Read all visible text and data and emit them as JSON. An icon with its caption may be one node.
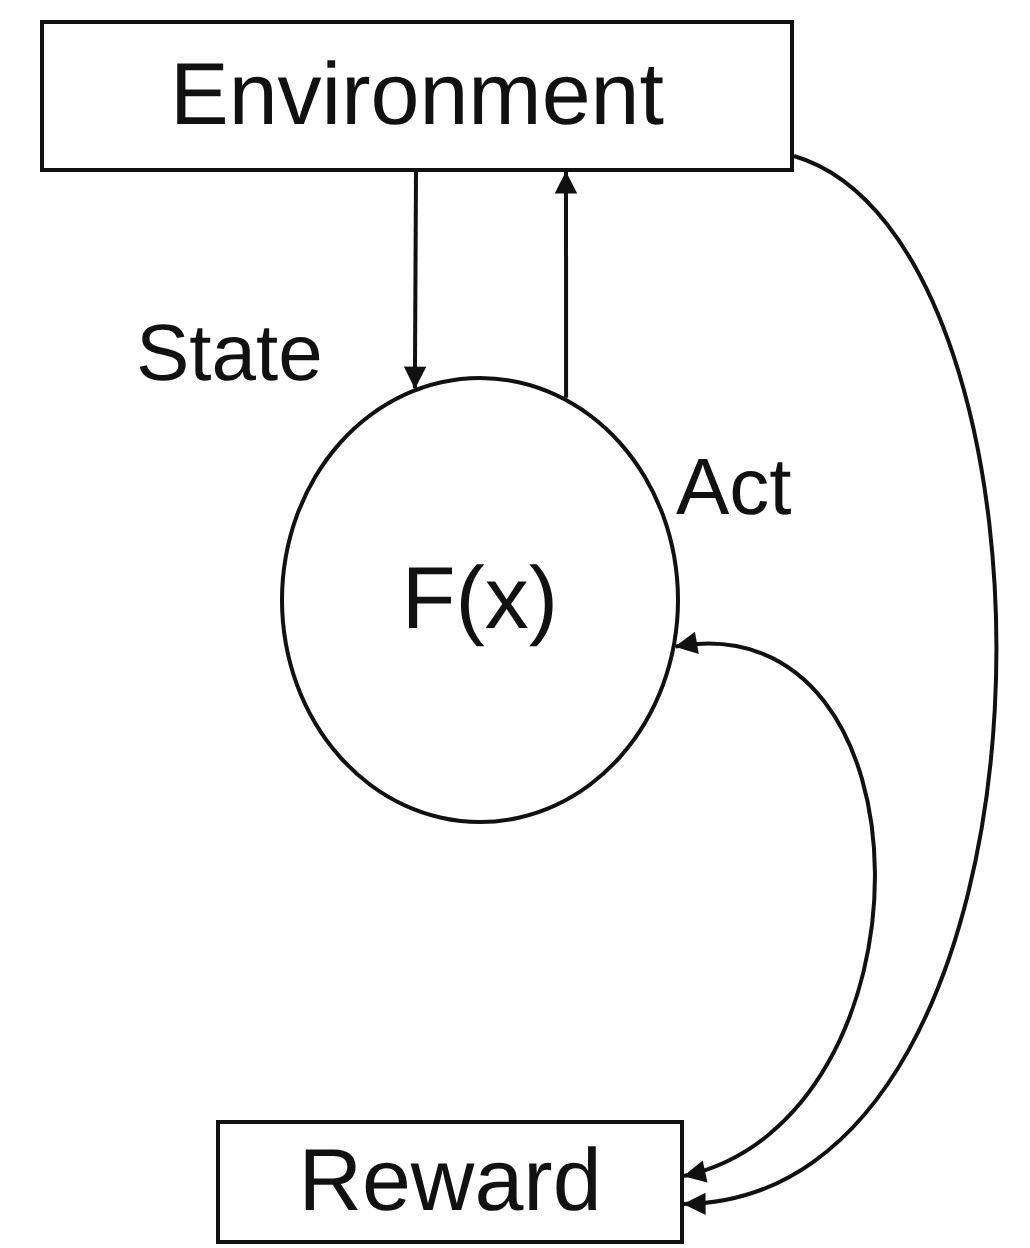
{
  "diagram": {
    "nodes": [
      {
        "text": [
          "Environment"
        ]
      },
      {
        "text": [
          "F(x)"
        ]
      },
      {
        "text": [
          "Reward"
        ]
      }
    ],
    "edges": [
      {
        "from": 0,
        "to": 1,
        "arrow": "to",
        "label": "State"
      },
      {
        "from": 1,
        "to": 0,
        "arrow": "to",
        "label": "Act"
      },
      {
        "from": 1,
        "to": 2,
        "arrow": "both"
      },
      {
        "from": 0,
        "to": 2,
        "arrow": "to"
      }
    ]
  }
}
